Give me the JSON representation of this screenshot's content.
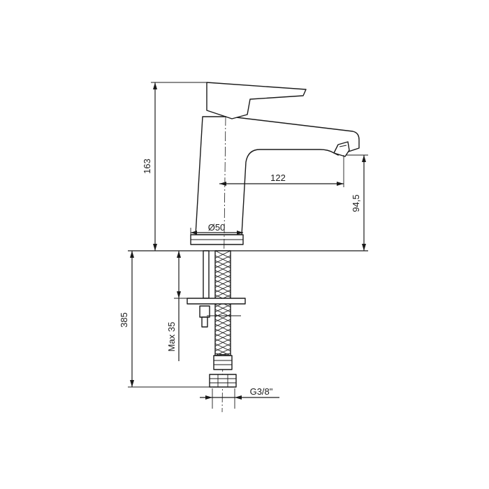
{
  "dimensions": {
    "total_height": "163",
    "spout_reach": "122",
    "spout_height": "94,5",
    "base_diameter": "Ø50",
    "hose_length": "385",
    "max_counter_thickness": "Max 35",
    "connection_thread": "G3/8\""
  },
  "colors": {
    "line": "#1a1a1a",
    "background": "#ffffff"
  }
}
